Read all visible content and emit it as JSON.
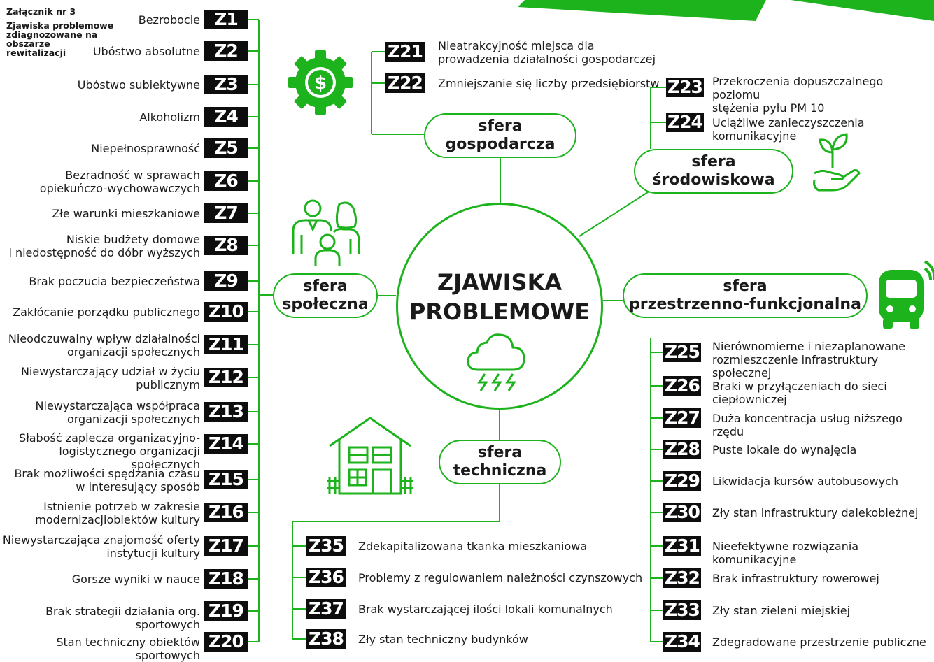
{
  "attachment": {
    "line1": "Załącznik nr 3",
    "line2": "Zjawiska problemowe",
    "line3": "zdiagnozowane na",
    "line4": "obszarze",
    "line5": "rewitalizacji"
  },
  "center": {
    "line1": "ZJAWISKA",
    "line2": "PROBLEMOWE"
  },
  "spheres": {
    "gospodarcza": {
      "line1": "sfera",
      "line2": "gospodarcza"
    },
    "srodowiskowa": {
      "line1": "sfera",
      "line2": "środowiskowa"
    },
    "spoleczna": {
      "line1": "sfera",
      "line2": "społeczna"
    },
    "przestrzenna": {
      "line1": "sfera",
      "line2": "przestrzenno-funkcjonalna"
    },
    "techniczna": {
      "line1": "sfera",
      "line2": "techniczna"
    }
  },
  "social": [
    {
      "code": "Z1",
      "l1": "Bezrobocie",
      "l2": ""
    },
    {
      "code": "Z2",
      "l1": "Ubóstwo absolutne",
      "l2": ""
    },
    {
      "code": "Z3",
      "l1": "Ubóstwo subiektywne",
      "l2": ""
    },
    {
      "code": "Z4",
      "l1": "Alkoholizm",
      "l2": ""
    },
    {
      "code": "Z5",
      "l1": "Niepełnosprawność",
      "l2": ""
    },
    {
      "code": "Z6",
      "l1": "Bezradność w sprawach",
      "l2": "opiekuńczo-wychowawczych"
    },
    {
      "code": "Z7",
      "l1": "Złe warunki mieszkaniowe",
      "l2": ""
    },
    {
      "code": "Z8",
      "l1": "Niskie budżety domowe",
      "l2": "i niedostępność do dóbr wyższych"
    },
    {
      "code": "Z9",
      "l1": "Brak poczucia bezpieczeństwa",
      "l2": ""
    },
    {
      "code": "Z10",
      "l1": "Zakłócanie porządku publicznego",
      "l2": ""
    },
    {
      "code": "Z11",
      "l1": "Nieodczuwalny wpływ działalności",
      "l2": "organizacji społecznych"
    },
    {
      "code": "Z12",
      "l1": "Niewystarczający udział w życiu",
      "l2": "publicznym"
    },
    {
      "code": "Z13",
      "l1": "Niewystarczająca współpraca",
      "l2": "organizacji społecznych"
    },
    {
      "code": "Z14",
      "l1": "Słabość zaplecza organizacyjno-",
      "l2": "logistycznego organizacji społecznych"
    },
    {
      "code": "Z15",
      "l1": "Brak możliwości spędzania czasu",
      "l2": "w interesujący sposób"
    },
    {
      "code": "Z16",
      "l1": "Istnienie potrzeb w zakresie",
      "l2": "modernizacjiobiektów kultury"
    },
    {
      "code": "Z17",
      "l1": "Niewystarczająca znajomość oferty",
      "l2": "instytucji kultury"
    },
    {
      "code": "Z18",
      "l1": "Gorsze wyniki w nauce",
      "l2": ""
    },
    {
      "code": "Z19",
      "l1": "Brak strategii działania org. sportowych",
      "l2": ""
    },
    {
      "code": "Z20",
      "l1": "Stan techniczny obiektów sportowych",
      "l2": ""
    }
  ],
  "economic": [
    {
      "code": "Z21",
      "l1": "Nieatrakcyjność miejsca dla",
      "l2": "prowadzenia działalności gospodarczej"
    },
    {
      "code": "Z22",
      "l1": "Zmniejszanie się liczby przedsiębiorstw",
      "l2": ""
    }
  ],
  "environmental": [
    {
      "code": "Z23",
      "l1": "Przekroczenia dopuszczalnego poziomu",
      "l2": "stężenia pyłu PM 10"
    },
    {
      "code": "Z24",
      "l1": "Uciążliwe zanieczyszczenia komunikacyjne",
      "l2": ""
    }
  ],
  "spatial": [
    {
      "code": "Z25",
      "l1": "Nierównomierne i niezaplanowane",
      "l2": "rozmieszczenie infrastruktury społecznej"
    },
    {
      "code": "Z26",
      "l1": "Braki w przyłączeniach do sieci ciepłowniczej",
      "l2": ""
    },
    {
      "code": "Z27",
      "l1": "Duża koncentracja usług niższego rzędu",
      "l2": ""
    },
    {
      "code": "Z28",
      "l1": "Puste lokale do wynajęcia",
      "l2": ""
    },
    {
      "code": "Z29",
      "l1": "Likwidacja kursów autobusowych",
      "l2": ""
    },
    {
      "code": "Z30",
      "l1": "Zły stan infrastruktury dalekobieżnej",
      "l2": ""
    },
    {
      "code": "Z31",
      "l1": "Nieefektywne rozwiązania komunikacyjne",
      "l2": ""
    },
    {
      "code": "Z32",
      "l1": "Brak infrastruktury rowerowej",
      "l2": ""
    },
    {
      "code": "Z33",
      "l1": "Zły stan zieleni miejskiej",
      "l2": ""
    },
    {
      "code": "Z34",
      "l1": "Zdegradowane przestrzenie publiczne",
      "l2": ""
    }
  ],
  "technical": [
    {
      "code": "Z35",
      "l1": "Zdekapitalizowana tkanka mieszkaniowa",
      "l2": ""
    },
    {
      "code": "Z36",
      "l1": "Problemy z regulowaniem  należności czynszowych",
      "l2": ""
    },
    {
      "code": "Z37",
      "l1": "Brak wystarczającej ilości lokali komunalnych",
      "l2": ""
    },
    {
      "code": "Z38",
      "l1": "Zły stan techniczny budynków",
      "l2": ""
    }
  ],
  "colors": {
    "accent": "#1db31d",
    "code_bg": "#0d0d0d",
    "code_text": "#ffffff"
  },
  "icons": [
    "money-gear-icon",
    "family-icon",
    "plant-in-hand-icon",
    "bus-icon",
    "storm-cloud-icon",
    "house-icon"
  ]
}
